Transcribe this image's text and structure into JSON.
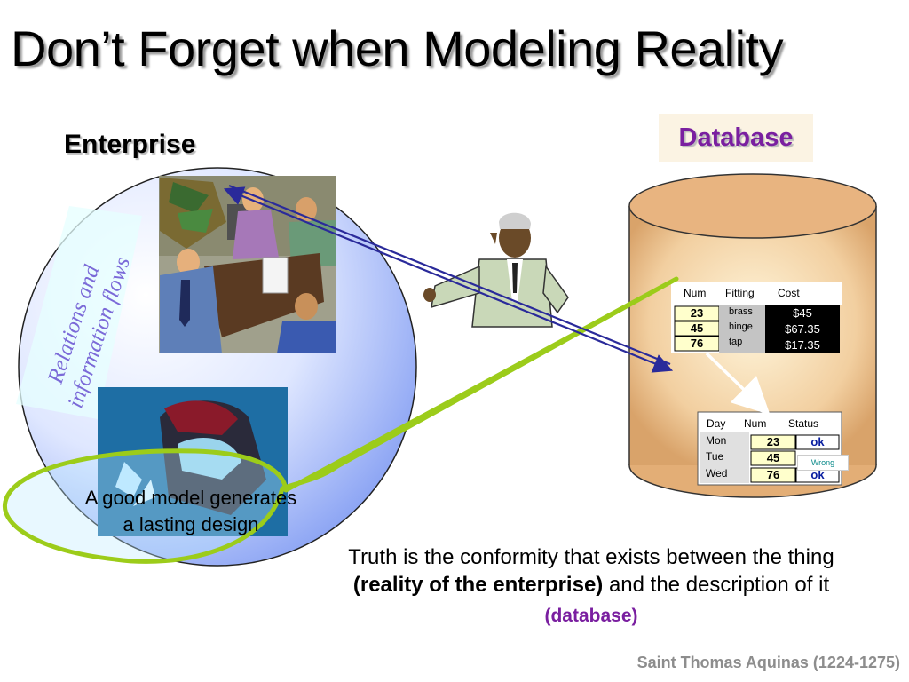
{
  "slide": {
    "title": "Don’t Forget when Modeling Reality",
    "enterprise_label": "Enterprise",
    "database_label": "Database",
    "relations_text": "Relations and\ninformation flows",
    "model_text": "A good model generates\na lasting design",
    "truth": {
      "line1": "Truth is the conformity that exists between the thing",
      "bold_part": "(reality of the enterprise)",
      "line2_rest": " and the description of it",
      "db_part": "(database)"
    },
    "footer": "Saint Thomas Aquinas (1224-1275)"
  },
  "table1": {
    "headers": [
      "Num",
      "Fitting",
      "Cost"
    ],
    "rows": [
      {
        "num": "23",
        "fitting": "brass",
        "cost": "$45"
      },
      {
        "num": "45",
        "fitting": "hinge",
        "cost": "$67.35"
      },
      {
        "num": "76",
        "fitting": "tap",
        "cost": "$17.35"
      }
    ]
  },
  "table2": {
    "headers": [
      "Day",
      "Num",
      "Status"
    ],
    "rows": [
      {
        "day": "Mon",
        "num": "23",
        "status": "ok"
      },
      {
        "day": "Tue",
        "num": "45",
        "status": ""
      },
      {
        "day": "Wed",
        "num": "76",
        "status": "ok"
      }
    ],
    "wrong_label": "Wrong"
  },
  "colors": {
    "title_shadow": "#9a9a9a",
    "purple": "#7a1fa0",
    "callout_green": "#9ccc1a",
    "arrow_navy": "#2a2a9a",
    "cylinder_tan": "#e8b480",
    "num_yellow": "#ffffcc",
    "status_blue": "#0a1fa0",
    "footer_gray": "#8d8d8d"
  },
  "icons": [
    "meeting-clipart",
    "welder-clipart",
    "businessman-clipart",
    "database-cylinder-icon"
  ]
}
